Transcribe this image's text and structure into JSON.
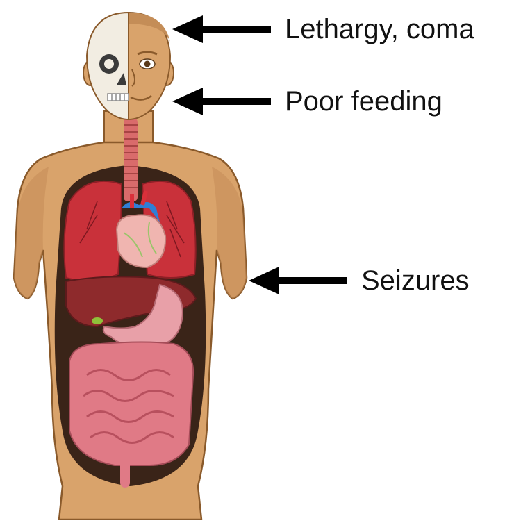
{
  "annotations": [
    {
      "id": "lethargy",
      "text": "Lethargy, coma"
    },
    {
      "id": "feeding",
      "text": "Poor feeding"
    },
    {
      "id": "seizures",
      "text": "Seizures"
    }
  ],
  "colors": {
    "skin": "#d9a36b",
    "skin_shade": "#b9834b",
    "skin_outline": "#8a5a2b",
    "cavity": "#3a2418",
    "lung": "#c9313a",
    "liver": "#8e2a2c",
    "stomach": "#e8a0a8",
    "intestine": "#e07a86",
    "heart": "#f0b5b0",
    "vessel_blue": "#2f7fd6",
    "skull": "#f2ede2",
    "arrow": "#000000",
    "text": "#111111"
  }
}
